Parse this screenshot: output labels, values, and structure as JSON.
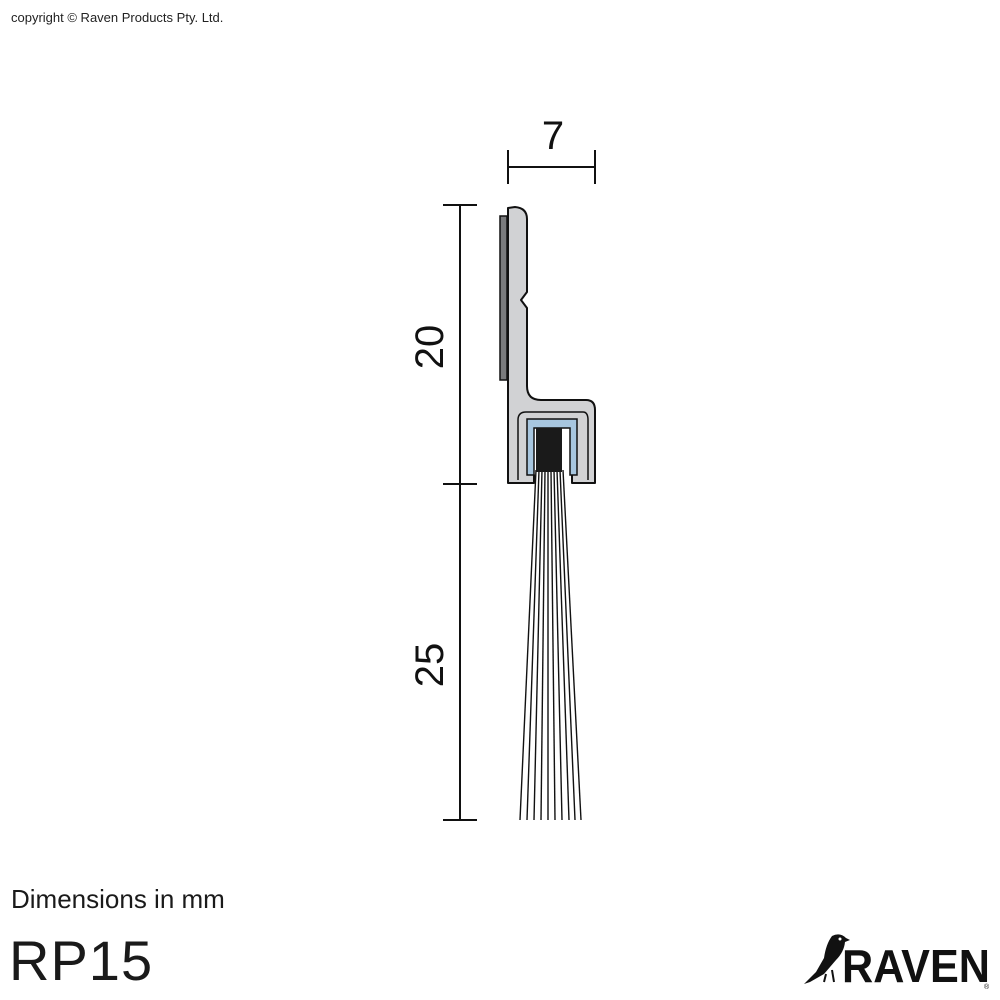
{
  "copyright": "copyright © Raven Products Pty. Ltd.",
  "dimension_note": "Dimensions in mm",
  "product_code": "RP15",
  "dimensions": {
    "width": "7",
    "carrier_height": "20",
    "brush_height": "25"
  },
  "brand": {
    "name": "RAVEN",
    "registered_mark": "®"
  },
  "colors": {
    "aluminium": "#d1d2d4",
    "insert": "#a7c6df",
    "tape": "#7a7b7d",
    "line": "#111111"
  }
}
